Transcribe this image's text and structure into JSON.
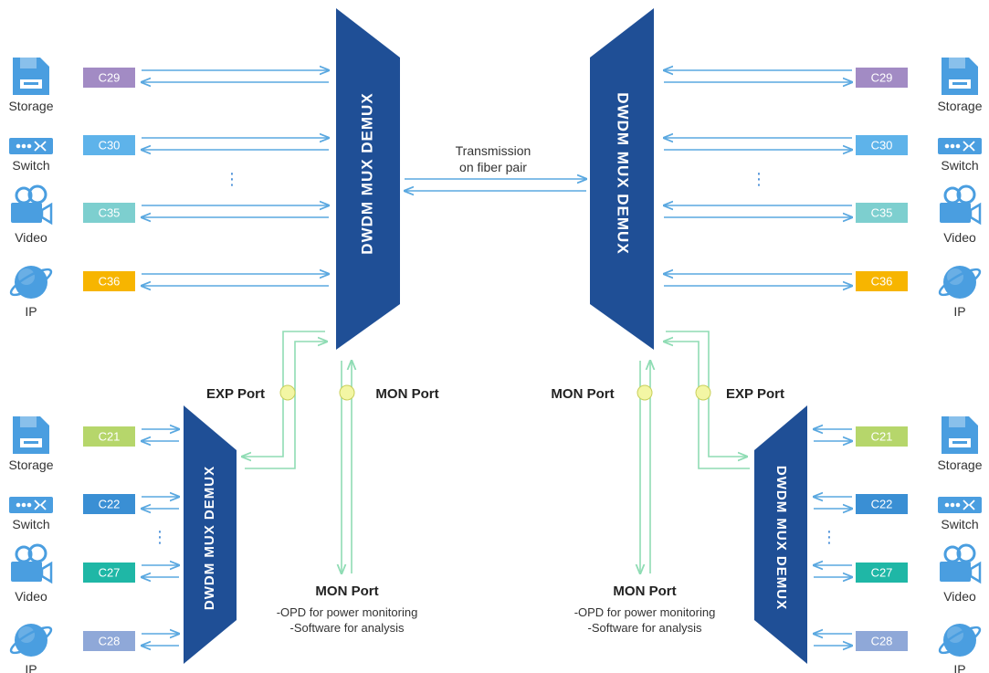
{
  "colors": {
    "mux": "#1f4f96",
    "arrow": "#5aa8e0",
    "mon_line": "#8fdcb4",
    "port_dot": "#f3f6a4",
    "icon": "#4a9ee0",
    "channels": {
      "C29": "#a28bc4",
      "C30": "#5eb3ea",
      "C35": "#7dcfcf",
      "C36": "#f7b500",
      "C21": "#b6d66b",
      "C22": "#3a8fd4",
      "C27": "#1fb7a6",
      "C28": "#8fa8d8"
    }
  },
  "devices": [
    "Storage",
    "Switch",
    "Video",
    "IP"
  ],
  "channels_top": [
    "C29",
    "C30",
    "C35",
    "C36"
  ],
  "channels_bottom": [
    "C21",
    "C22",
    "C27",
    "C28"
  ],
  "mux_label": "DWDM MUX DEMUX",
  "transmission": {
    "line1": "Transmission",
    "line2": "on fiber pair"
  },
  "ports": {
    "exp": "EXP Port",
    "mon": "MON Port"
  },
  "mon_notes": {
    "title": "MON Port",
    "line1": "-OPD for power monitoring",
    "line2": "-Software for analysis"
  },
  "ellipsis": "⋮"
}
